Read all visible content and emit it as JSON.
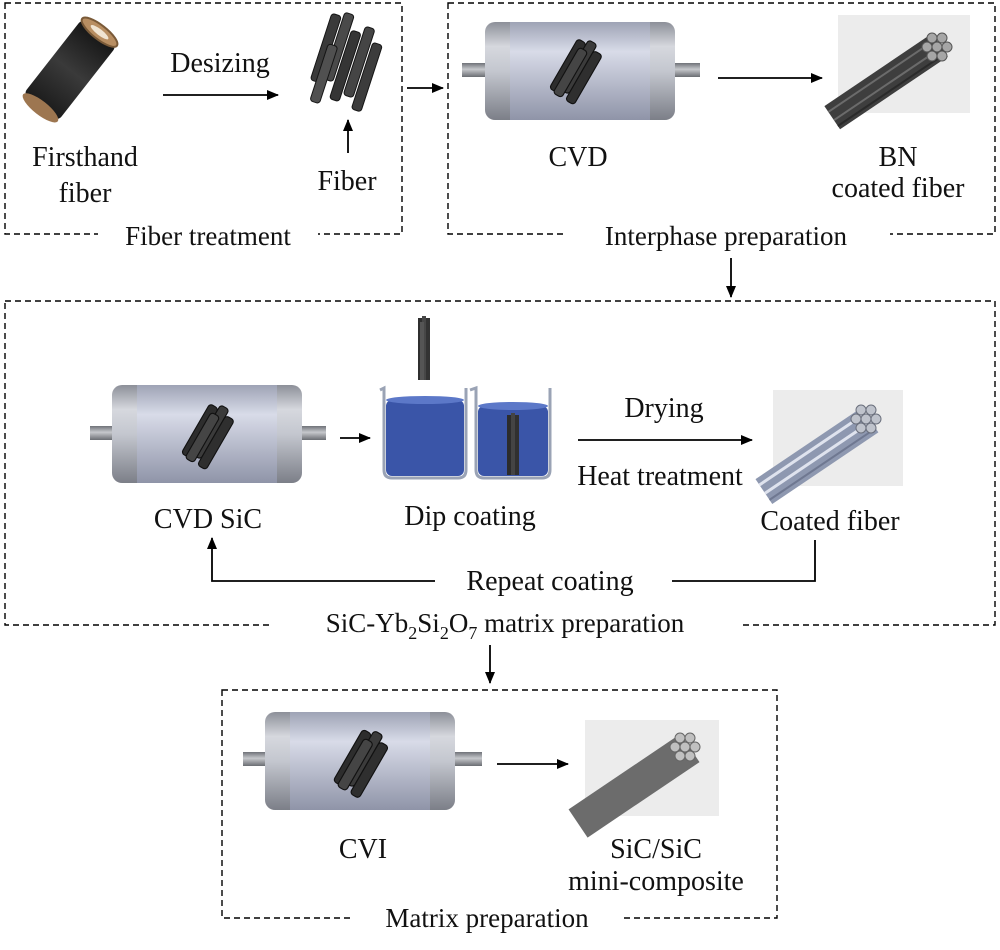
{
  "fiber_treatment": {
    "title": "Fiber treatment",
    "firsthand_line1": "Firsthand",
    "firsthand_line2": "fiber",
    "desizing": "Desizing",
    "fiber": "Fiber"
  },
  "interphase": {
    "title": "Interphase preparation",
    "cvd": "CVD",
    "bn_line1": "BN",
    "bn_line2": "coated fiber"
  },
  "matrix_sic": {
    "title_prefix": "SiC-Yb",
    "sub1": "2",
    "si": "Si",
    "sub2": "2",
    "o": "O",
    "sub3": "7",
    "title_suffix": " matrix preparation",
    "cvd_sic": "CVD SiC",
    "dip": "Dip coating",
    "drying": "Drying",
    "heat": "Heat treatment",
    "coated": "Coated fiber",
    "repeat": "Repeat coating"
  },
  "matrix_prep": {
    "title": "Matrix preparation",
    "cvi": "CVI",
    "sic_line1": "SiC/SiC",
    "sic_line2": "mini-composite"
  },
  "colors": {
    "liquid": "#3a55a8",
    "reactor_body": "#b9bcc4",
    "fiber_dark": "#3a3a3a",
    "bn_fiber": "#4a4a4a",
    "coated_fiber": "#8e98b0",
    "composite": "#6c6c6c"
  }
}
